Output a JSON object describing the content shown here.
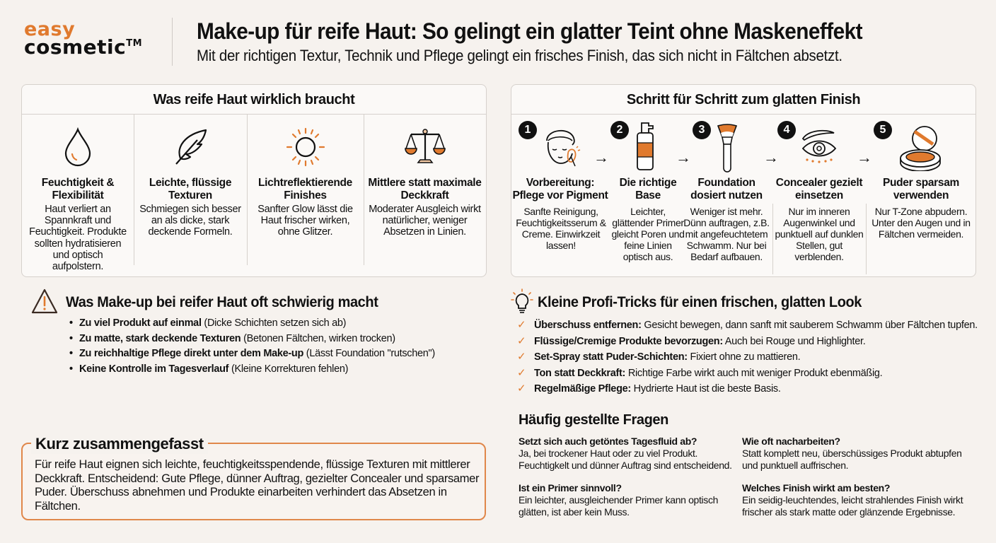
{
  "header": {
    "logo_top": "easy",
    "logo_bottom": "cosmetic",
    "logo_tm": "TM",
    "title": "Make-up für reife Haut: So gelingt ein glatter Teint ohne Maskeneffekt",
    "subtitle": "Mit der richtigen Textur, Technik und Pflege gelingt ein frisches Finish, das sich nicht in Fältchen absetzt."
  },
  "colors": {
    "accent": "#e07a2e",
    "background": "#f6f2ee",
    "panel": "#fbf9f7",
    "text": "#111111"
  },
  "needs": {
    "title": "Was reife Haut wirklich braucht",
    "items": [
      {
        "icon": "water-drop-icon",
        "heading": "Feuchtigkeit & Flexibilität",
        "text": "Haut verliert an Spannkraft und Feuchtigkeit. Produkte sollten hydratisieren und optisch aufpolstern."
      },
      {
        "icon": "feather-icon",
        "heading": "Leichte, flüssige Texturen",
        "text": "Schmiegen sich besser an als dicke, stark deckende Formeln."
      },
      {
        "icon": "sun-icon",
        "heading": "Lichtreflektierende Finishes",
        "text": "Sanfter Glow lässt die Haut frischer wirken, ohne Glitzer."
      },
      {
        "icon": "balance-scale-icon",
        "heading": "Mittlere statt maximale Deckkraft",
        "text": "Moderater Ausgleich wirkt natürlicher, weniger Absetzen in Linien."
      }
    ]
  },
  "steps": {
    "title": "Schritt für Schritt zum glatten Finish",
    "arrow": "→",
    "items": [
      {
        "number": "1",
        "icon": "face-care-icon",
        "heading_1": "Vorbereitung:",
        "heading_2": "Pflege vor Pigment",
        "text": "Sanfte Reinigung, Feuchtigkeitsserum & Creme. Einwirkzeit lassen!"
      },
      {
        "number": "2",
        "icon": "primer-bottle-icon",
        "heading_1": "Die richtige",
        "heading_2": "Base",
        "text": "Leichter, glättender Primer gleicht Poren und feine Linien optisch aus."
      },
      {
        "number": "3",
        "icon": "foundation-brush-icon",
        "heading_1": "Foundation",
        "heading_2": "dosiert nutzen",
        "text": "Weniger ist mehr. Dünn auftragen, z.B. mit angefeuchtetem Schwamm. Nur bei Bedarf aufbauen."
      },
      {
        "number": "4",
        "icon": "eye-concealer-icon",
        "heading_1": "Concealer gezielt",
        "heading_2": "einsetzen",
        "text": "Nur im inneren Augenwinkel und punktuell auf dunklen Stellen, gut verblenden."
      },
      {
        "number": "5",
        "icon": "powder-compact-icon",
        "heading_1": "Puder sparsam",
        "heading_2": "verwenden",
        "text": "Nur T-Zone abpudern. Unter den Augen und in Fältchen vermeiden."
      }
    ]
  },
  "problems": {
    "icon": "warning-icon",
    "title": "Was Make-up bei reifer Haut oft schwierig macht",
    "bullet": "•",
    "items": [
      {
        "bold": "Zu viel Produkt auf einmal",
        "rest": " (Dicke Schichten setzen sich ab)"
      },
      {
        "bold": "Zu matte, stark deckende Texturen",
        "rest": " (Betonen Fältchen, wirken trocken)"
      },
      {
        "bold": "Zu reichhaltige Pflege direkt unter dem Make-up",
        "rest": " (Lässt Foundation \"rutschen\")"
      },
      {
        "bold": "Keine Kontrolle im Tagesverlauf",
        "rest": " (Kleine Korrekturen fehlen)"
      }
    ]
  },
  "tricks": {
    "icon": "lightbulb-icon",
    "title": "Kleine Profi-Tricks für einen frischen, glatten Look",
    "check": "✓",
    "items": [
      {
        "bold": "Überschuss entfernen:",
        "rest": " Gesicht bewegen, dann sanft mit sauberem Schwamm über Fältchen tupfen."
      },
      {
        "bold": "Flüssige/Cremige Produkte bevorzugen:",
        "rest": " Auch bei Rouge und Highlighter."
      },
      {
        "bold": "Set-Spray statt Puder-Schichten:",
        "rest": " Fixiert ohne zu mattieren."
      },
      {
        "bold": "Ton statt Deckkraft:",
        "rest": " Richtige Farbe wirkt auch mit weniger Produkt ebenmäßig."
      },
      {
        "bold": "Regelmäßige Pflege:",
        "rest": " Hydrierte Haut ist die beste Basis."
      }
    ]
  },
  "summary": {
    "title": "Kurz zusammengefasst",
    "text": "Für reife Haut eignen sich leichte, feuchtigkeitsspendende, flüssige Texturen mit mittlerer Deckkraft. Entscheidend: Gute Pflege, dünner Auftrag, gezielter Concealer und sparsamer Puder. Überschuss abnehmen und Produkte einarbeiten verhindert das Absetzen in Fältchen."
  },
  "faq": {
    "title": "Häufig gestellte Fragen",
    "items": [
      {
        "q": "Setzt sich auch getöntes Tagesfluid ab?",
        "a": "Ja, bei trockener Haut oder zu viel Produkt. Feuchtigkelt und dünner Auftrag sind entscheidend."
      },
      {
        "q": "Wie oft nacharbeiten?",
        "a": "Statt komplett neu, überschüssiges Produkt abtupfen und punktuell auffrischen."
      },
      {
        "q": "Ist ein Primer sinnvoll?",
        "a": "Ein leichter, ausgleichender Primer kann optisch glätten, ist aber kein Muss."
      },
      {
        "q": "Welches Finish wirkt am besten?",
        "a": "Ein seidig-leuchtendes, leicht strahlendes Finish wirkt frischer als stark matte oder glänzende Ergebnisse."
      }
    ]
  }
}
